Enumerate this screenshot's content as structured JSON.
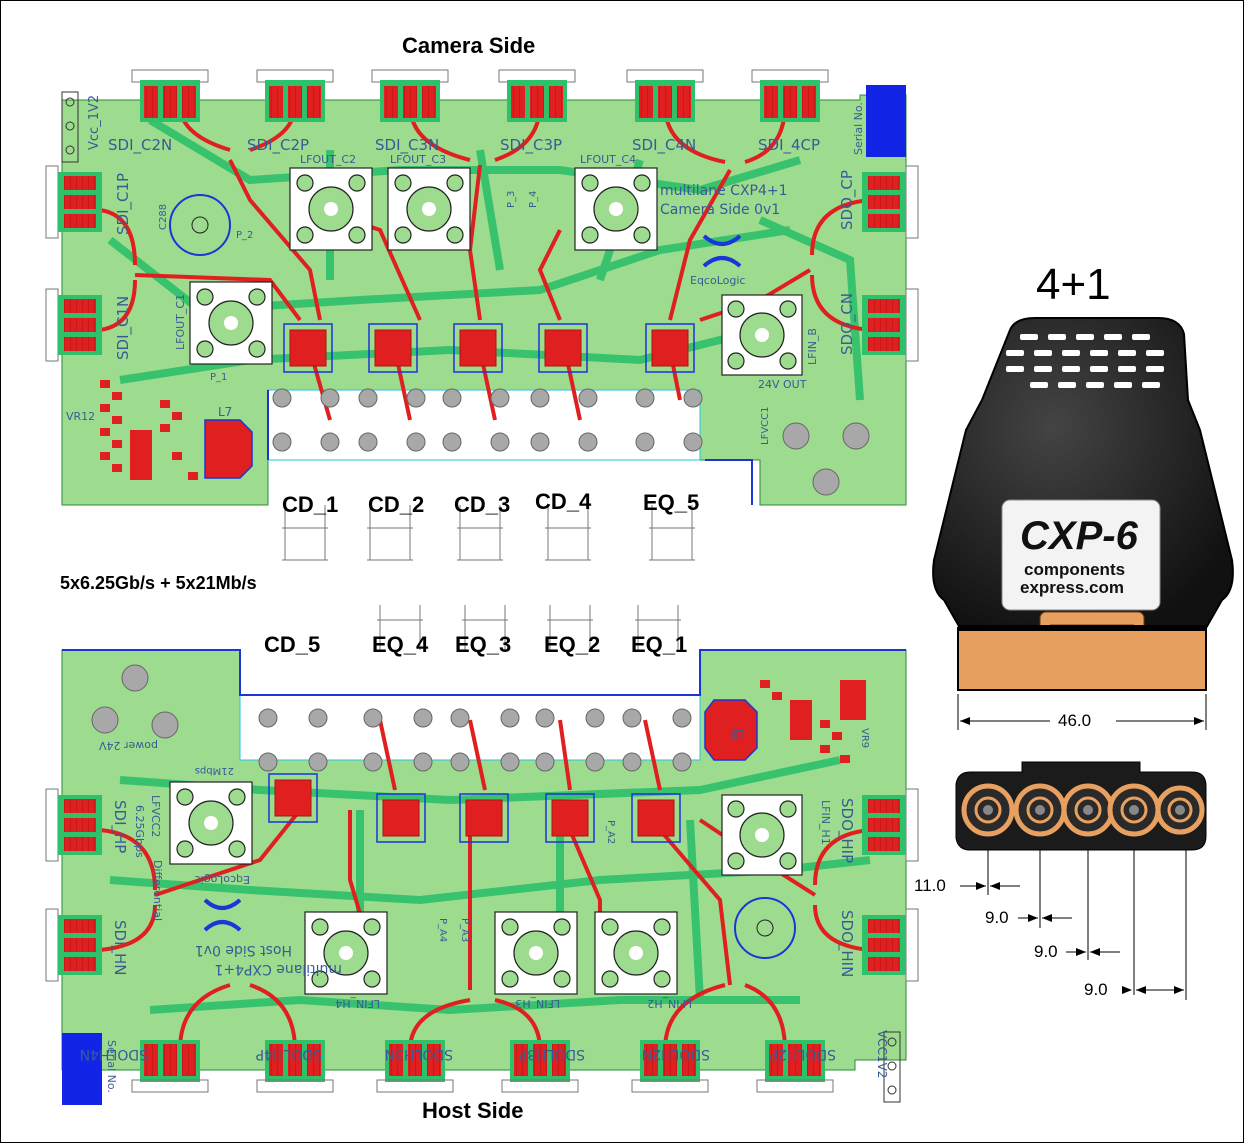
{
  "diagram": {
    "title_top": "Camera Side",
    "title_bottom": "Host Side",
    "data_rate": "5x6.25Gb/s + 5x21Mb/s",
    "connector_label": "4+1",
    "connector_brand": {
      "logo_text": "CXP-6",
      "line1": "components",
      "line2": "express.com"
    },
    "camera_side": {
      "channel_labels": [
        "CD_1",
        "CD_2",
        "CD_3",
        "CD_4",
        "EQ_5"
      ],
      "silkscreen": {
        "board_title_1": "multilane CXP4+1",
        "board_title_2": "Camera Side 0v1",
        "logo": "EqcoLogic",
        "top_connectors": [
          "SDI_C2N",
          "SDI_C2P",
          "SDI_C3N",
          "SDI_C3P",
          "SDI_C4N",
          "SDI_4CP"
        ],
        "left_connectors": [
          "SDI_C1P",
          "SDI_C1N"
        ],
        "right_connectors": [
          "SDO_CP",
          "SDO_CN"
        ],
        "lfout": [
          "LFOUT_C1",
          "LFOUT_C2",
          "LFOUT_C3",
          "LFOUT_C4"
        ],
        "lfin": "LFIN_B",
        "vcc": "Vcc_1V2",
        "serial": "Serial No.",
        "power": "24V OUT",
        "lfvcc": "LFVCC1",
        "misc": [
          "P_1",
          "P_2",
          "P_3",
          "P_4",
          "C288",
          "L7",
          "VR12"
        ]
      }
    },
    "host_side": {
      "channel_labels": [
        "CD_5",
        "EQ_4",
        "EQ_3",
        "EQ_2",
        "EQ_1"
      ],
      "silkscreen": {
        "board_title_1": "multilane CXP4+1",
        "board_title_2": "Host Side 0v1",
        "logo": "EqcoLogic",
        "bottom_connectors": [
          "SDOLH4N",
          "SDOLH4P",
          "SDOLH3N",
          "SDOLH3P",
          "SDOLH2N",
          "SDOLH2P"
        ],
        "left_connectors": [
          "SDI_HP",
          "SDI_HN"
        ],
        "right_connectors": [
          "SDO_HIP",
          "SDO_HIN"
        ],
        "lfin": [
          "LFIN_H1",
          "LFIN_H2",
          "LFIN_H3",
          "LFIN_H4"
        ],
        "vcc": "VCC1V2",
        "serial": "Serial No.",
        "power": "power 24V",
        "lfvcc": "LFVCC2",
        "misc": [
          "21Mbps",
          "6.25Gbps",
          "Differential",
          "P_A2",
          "P_A3",
          "P_A4",
          "L8",
          "VR9"
        ]
      }
    },
    "dimensions": {
      "width": "46.0",
      "pitch_first": "11.0",
      "pitch_values": [
        "9.0",
        "9.0",
        "9.0"
      ]
    },
    "colors": {
      "board_green": "#9ddc8e",
      "trace_green": "#2fc06a",
      "pad_red": "#e02020",
      "outline_blue": "#1a35d8",
      "serial_blue": "#1224e6",
      "connector_orange": "#e8a060",
      "connector_black": "#1b1b1b"
    }
  }
}
